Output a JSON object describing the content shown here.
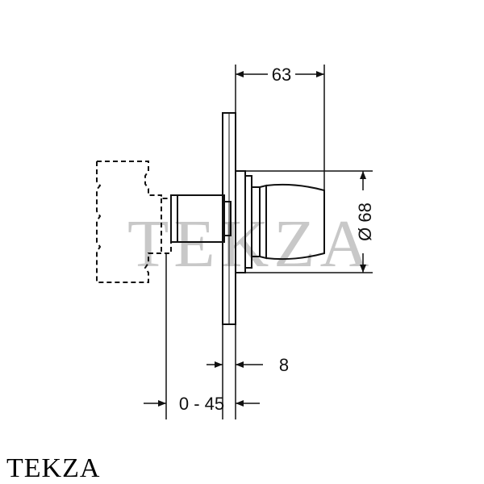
{
  "dimensions": {
    "width_63": "63",
    "diameter_68": "Ø 68",
    "offset_8": "8",
    "depth_range": "0 - 45"
  },
  "watermark": "TEKZA",
  "brand": "TEKZA",
  "colors": {
    "line": "#111111",
    "watermark": "#c8c8c8",
    "background": "#ffffff"
  }
}
